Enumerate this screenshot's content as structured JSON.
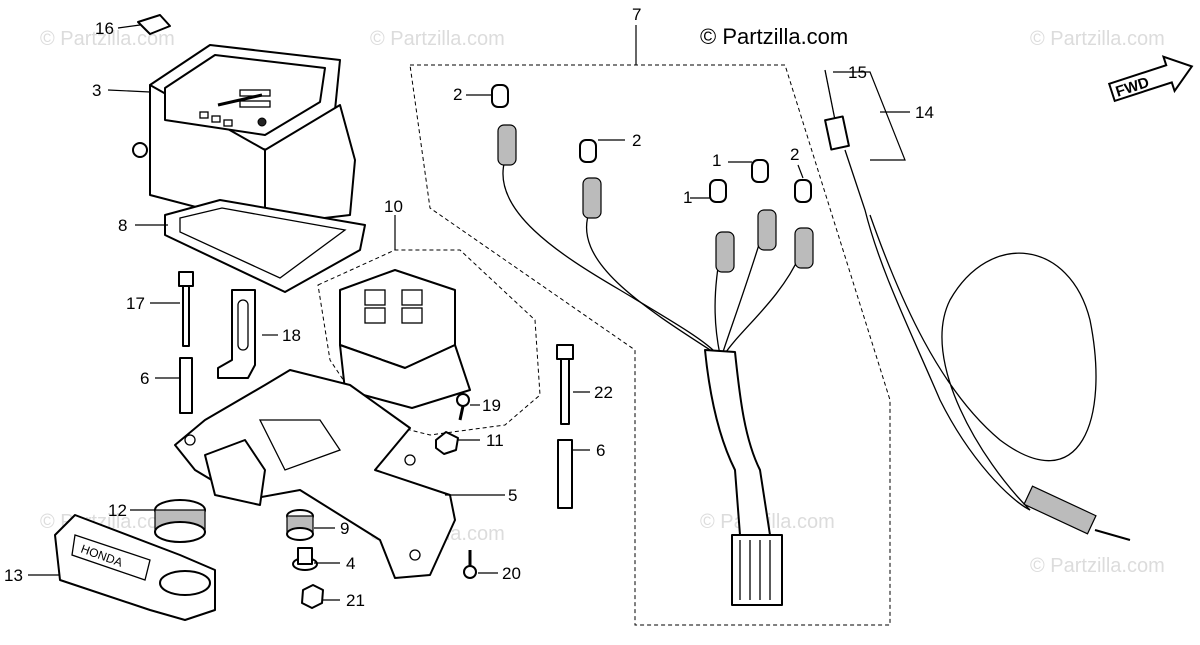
{
  "watermark": {
    "main": "© Partzilla.com",
    "faint": "© Partzilla.com"
  },
  "direction": {
    "label": "FWD"
  },
  "emblem_text": "HONDA",
  "callouts": [
    {
      "id": "c1a",
      "text": "1"
    },
    {
      "id": "c1b",
      "text": "1"
    },
    {
      "id": "c2a",
      "text": "2"
    },
    {
      "id": "c2b",
      "text": "2"
    },
    {
      "id": "c2c",
      "text": "2"
    },
    {
      "id": "c3",
      "text": "3"
    },
    {
      "id": "c4",
      "text": "4"
    },
    {
      "id": "c5",
      "text": "5"
    },
    {
      "id": "c6a",
      "text": "6"
    },
    {
      "id": "c6b",
      "text": "6"
    },
    {
      "id": "c7",
      "text": "7"
    },
    {
      "id": "c8",
      "text": "8"
    },
    {
      "id": "c9",
      "text": "9"
    },
    {
      "id": "c10",
      "text": "10"
    },
    {
      "id": "c11",
      "text": "11"
    },
    {
      "id": "c12",
      "text": "12"
    },
    {
      "id": "c13",
      "text": "13"
    },
    {
      "id": "c14",
      "text": "14"
    },
    {
      "id": "c15",
      "text": "15"
    },
    {
      "id": "c16",
      "text": "16"
    },
    {
      "id": "c17",
      "text": "17"
    },
    {
      "id": "c18",
      "text": "18"
    },
    {
      "id": "c19",
      "text": "19"
    },
    {
      "id": "c20",
      "text": "20"
    },
    {
      "id": "c21",
      "text": "21"
    },
    {
      "id": "c22",
      "text": "22"
    }
  ]
}
